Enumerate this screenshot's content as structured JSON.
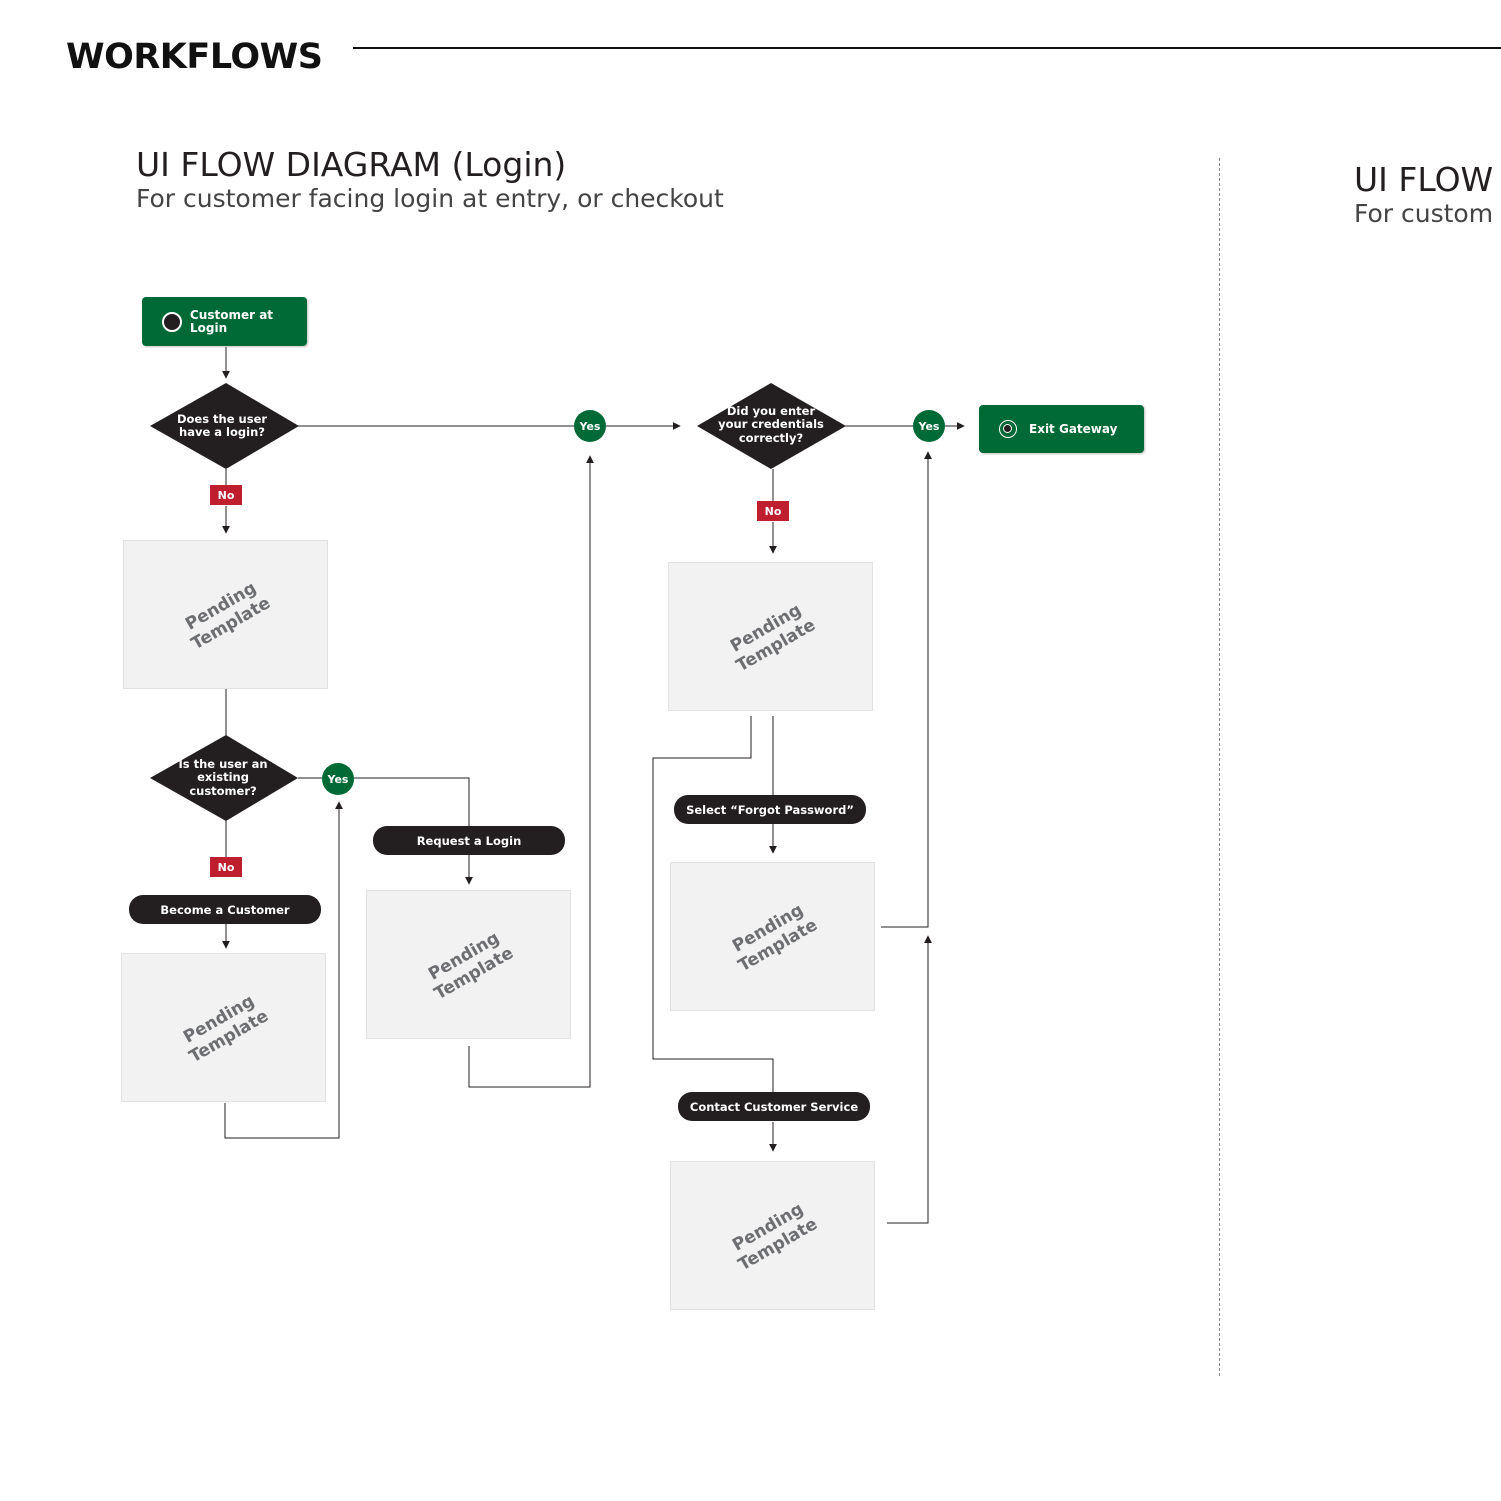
{
  "page": {
    "title": "WORKFLOWS"
  },
  "login_diagram": {
    "title": "UI FLOW DIAGRAM (Login)",
    "subtitle": "For customer facing login at entry, or checkout",
    "start_node": "Customer at Login",
    "exit_node": "Exit Gateway",
    "decisions": {
      "has_login": "Does the user have a login?",
      "credentials_correct": "Did you enter your credentials correctly?",
      "existing_customer": "Is the user an existing customer?"
    },
    "actions": {
      "request_login": "Request a Login",
      "forgot_password": "Select “Forgot Password”",
      "become_customer": "Become a Customer",
      "contact_service": "Contact Customer Service"
    },
    "labels": {
      "yes": "Yes",
      "no": "No",
      "pending": "Pending Template"
    },
    "colors": {
      "terminal_green": "#006a37",
      "decision_black": "#231f20",
      "no_red": "#be1e2d",
      "placeholder_gray": "#f2f2f2"
    }
  },
  "next_diagram": {
    "title": "UI FLOW",
    "subtitle": "For custom"
  }
}
